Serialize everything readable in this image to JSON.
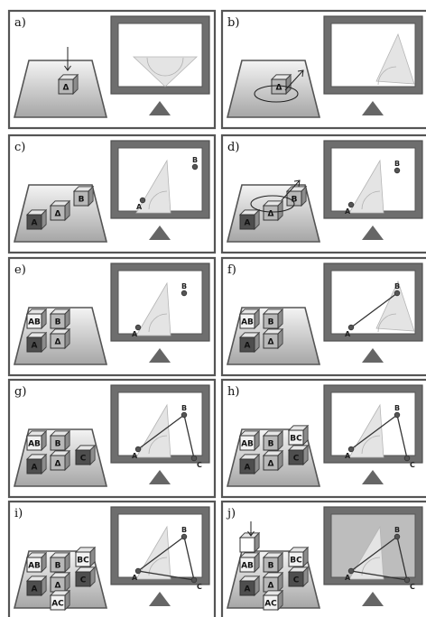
{
  "colors": {
    "cube_dark": "#4e4e4e",
    "cube_mid": "#b8b8b8",
    "cube_light": "#f2f2f2",
    "table_light": "#f4f4f4",
    "table_dark": "#a6a6a6",
    "monitor": "#6e6e6e",
    "screen_gray": "#bdbdbd"
  },
  "panels": [
    {
      "label": "a)",
      "screen": "white",
      "cubes": [
        {
          "label": "Δ",
          "shade": "mid"
        }
      ],
      "screen_points": [],
      "segments": [],
      "protractor": "inverted",
      "cue": "drop-arrow"
    },
    {
      "label": "b)",
      "screen": "white",
      "cubes": [
        {
          "label": "Δ",
          "shade": "mid"
        }
      ],
      "screen_points": [],
      "segments": [],
      "protractor": "tilted",
      "cue": "rotate"
    },
    {
      "label": "c)",
      "screen": "white",
      "cubes": [
        {
          "label": "A",
          "shade": "dark"
        },
        {
          "label": "Δ",
          "shade": "mid"
        },
        {
          "label": "B",
          "shade": "mid"
        }
      ],
      "screen_points": [
        {
          "label": "A"
        },
        {
          "label": "B"
        }
      ],
      "segments": [],
      "protractor": "upright",
      "cue": "none"
    },
    {
      "label": "d)",
      "screen": "white",
      "cubes": [
        {
          "label": "A",
          "shade": "dark"
        },
        {
          "label": "Δ",
          "shade": "mid"
        },
        {
          "label": "B",
          "shade": "mid"
        }
      ],
      "screen_points": [
        {
          "label": "A"
        },
        {
          "label": "B"
        }
      ],
      "segments": [],
      "protractor": "upright",
      "cue": "rotate"
    },
    {
      "label": "e)",
      "screen": "white",
      "cubes": [
        {
          "label": "A",
          "shade": "dark"
        },
        {
          "label": "AB",
          "shade": "light"
        },
        {
          "label": "B",
          "shade": "mid"
        },
        {
          "label": "Δ",
          "shade": "mid"
        }
      ],
      "screen_points": [
        {
          "label": "A"
        },
        {
          "label": "B"
        }
      ],
      "segments": [],
      "protractor": "upright",
      "cue": "none"
    },
    {
      "label": "f)",
      "screen": "white",
      "cubes": [
        {
          "label": "A",
          "shade": "dark"
        },
        {
          "label": "AB",
          "shade": "light"
        },
        {
          "label": "B",
          "shade": "mid"
        },
        {
          "label": "Δ",
          "shade": "mid"
        }
      ],
      "screen_points": [
        {
          "label": "A"
        },
        {
          "label": "B"
        }
      ],
      "segments": [
        "AB"
      ],
      "protractor": "tilted",
      "cue": "none"
    },
    {
      "label": "g)",
      "screen": "white",
      "cubes": [
        {
          "label": "A",
          "shade": "dark"
        },
        {
          "label": "AB",
          "shade": "light"
        },
        {
          "label": "B",
          "shade": "mid"
        },
        {
          "label": "Δ",
          "shade": "mid"
        },
        {
          "label": "C",
          "shade": "dark"
        }
      ],
      "screen_points": [
        {
          "label": "A"
        },
        {
          "label": "B"
        },
        {
          "label": "C"
        }
      ],
      "segments": [
        "AB",
        "BC"
      ],
      "protractor": "upright",
      "cue": "none"
    },
    {
      "label": "h)",
      "screen": "white",
      "cubes": [
        {
          "label": "A",
          "shade": "dark"
        },
        {
          "label": "AB",
          "shade": "light"
        },
        {
          "label": "B",
          "shade": "mid"
        },
        {
          "label": "Δ",
          "shade": "mid"
        },
        {
          "label": "C",
          "shade": "dark"
        },
        {
          "label": "BC",
          "shade": "light"
        }
      ],
      "screen_points": [
        {
          "label": "A"
        },
        {
          "label": "B"
        },
        {
          "label": "C"
        }
      ],
      "segments": [
        "AB",
        "BC"
      ],
      "protractor": "upright",
      "cue": "none"
    },
    {
      "label": "i)",
      "screen": "white",
      "cubes": [
        {
          "label": "A",
          "shade": "dark"
        },
        {
          "label": "AB",
          "shade": "light"
        },
        {
          "label": "B",
          "shade": "mid"
        },
        {
          "label": "Δ",
          "shade": "mid"
        },
        {
          "label": "C",
          "shade": "dark"
        },
        {
          "label": "BC",
          "shade": "light"
        },
        {
          "label": "AC",
          "shade": "light"
        }
      ],
      "screen_points": [
        {
          "label": "A"
        },
        {
          "label": "B"
        },
        {
          "label": "C"
        }
      ],
      "segments": [
        "AB",
        "BC",
        "AC"
      ],
      "protractor": "upright",
      "cue": "none"
    },
    {
      "label": "j)",
      "screen": "gray",
      "cubes": [
        {
          "label": "A",
          "shade": "dark"
        },
        {
          "label": "AB",
          "shade": "light"
        },
        {
          "label": "B",
          "shade": "mid"
        },
        {
          "label": "Δ",
          "shade": "mid"
        },
        {
          "label": "C",
          "shade": "dark"
        },
        {
          "label": "BC",
          "shade": "light"
        },
        {
          "label": "AC",
          "shade": "light"
        },
        {
          "label": "",
          "shade": "white"
        }
      ],
      "screen_points": [
        {
          "label": "A"
        },
        {
          "label": "B"
        },
        {
          "label": "C"
        }
      ],
      "segments": [
        "AB",
        "BC",
        "AC"
      ],
      "protractor": "upright",
      "cue": "drop-arrow"
    }
  ]
}
